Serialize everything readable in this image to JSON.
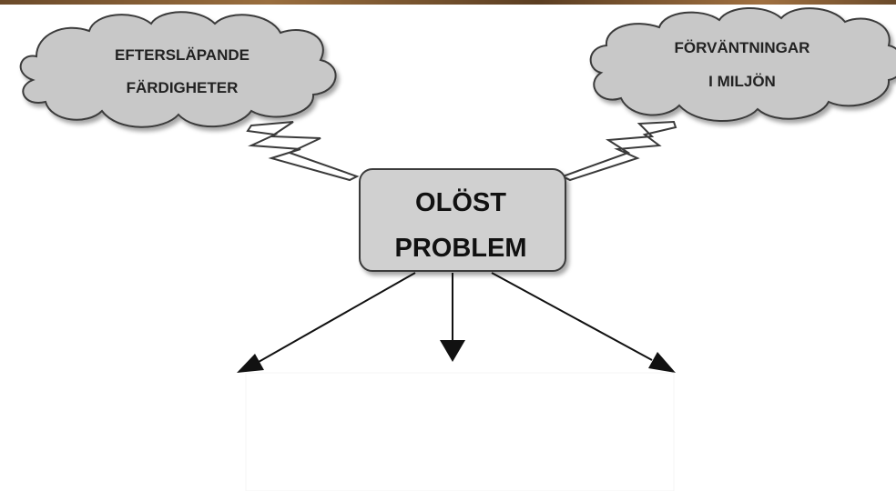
{
  "clouds": {
    "left": {
      "line1": "EFTERSLÄPANDE",
      "line2": "FÄRDIGHETER"
    },
    "right": {
      "line1": "FÖRVÄNTNINGAR",
      "line2": "I MILJÖN"
    }
  },
  "center": {
    "line1": "OLÖST",
    "line2": "PROBLEM"
  },
  "colors": {
    "cloud_fill": "#c8c8c8",
    "box_fill": "#d0d0d0",
    "stroke": "#3a3a3a",
    "bolt_fill": "#ffffff",
    "arrow": "#111111"
  }
}
